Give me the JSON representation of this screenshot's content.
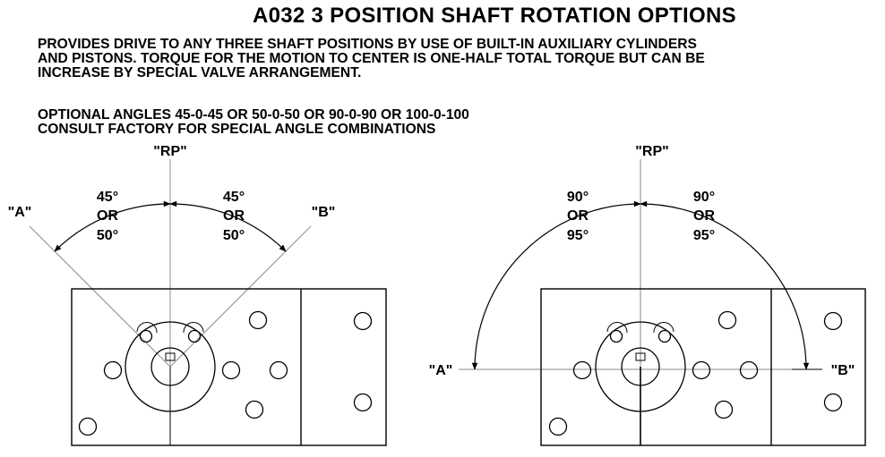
{
  "title": "A032 3 POSITION SHAFT ROTATION OPTIONS",
  "description": [
    "PROVIDES DRIVE TO ANY THREE SHAFT POSITIONS BY USE OF BUILT-IN AUXILIARY CYLINDERS",
    "AND PISTONS. TORQUE FOR THE MOTION TO CENTER IS ONE-HALF TOTAL TORQUE BUT CAN BE",
    "INCREASE BY SPECIAL VALVE ARRANGEMENT."
  ],
  "notes": [
    "OPTIONAL ANGLES 45-0-45 OR 50-0-50 OR 90-0-90 OR 100-0-100",
    "CONSULT FACTORY FOR SPECIAL ANGLE COMBINATIONS"
  ],
  "left_diagram": {
    "label_rp": "\"RP\"",
    "label_a": "\"A\"",
    "label_b": "\"B\"",
    "left_angle": [
      "45°",
      "OR",
      "50°"
    ],
    "right_angle": [
      "45°",
      "OR",
      "50°"
    ]
  },
  "right_diagram": {
    "label_rp": "\"RP\"",
    "label_a": "\"A\"",
    "label_b": "\"B\"",
    "left_angle": [
      "90°",
      "OR",
      "95°"
    ],
    "right_angle": [
      "90°",
      "OR",
      "95°"
    ]
  }
}
